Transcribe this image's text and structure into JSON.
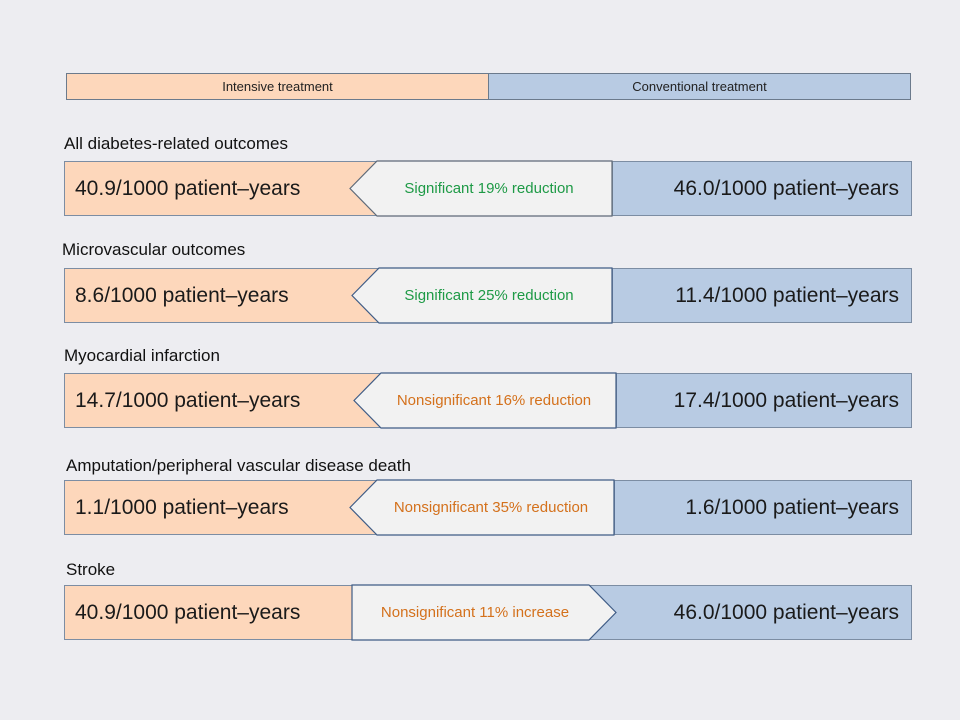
{
  "legend": {
    "intensive_label": "Intensive treatment",
    "conventional_label": "Conventional treatment"
  },
  "rows": [
    {
      "title": "All diabetes-related outcomes",
      "intensive": "40.9/1000 patient–years",
      "conventional": "46.0/1000 patient–years",
      "effect": "Significant 19% reduction",
      "significant": true,
      "direction": "reduction"
    },
    {
      "title": "Microvascular outcomes",
      "intensive": "8.6/1000 patient–years",
      "conventional": "11.4/1000 patient–years",
      "effect": "Significant 25% reduction",
      "significant": true,
      "direction": "reduction"
    },
    {
      "title": "Myocardial infarction",
      "intensive": "14.7/1000 patient–years",
      "conventional": "17.4/1000 patient–years",
      "effect": "Nonsignificant 16% reduction",
      "significant": false,
      "direction": "reduction"
    },
    {
      "title": "Amputation/peripheral vascular disease death",
      "intensive": "1.1/1000 patient–years",
      "conventional": "1.6/1000 patient–years",
      "effect": "Nonsignificant 35% reduction",
      "significant": false,
      "direction": "reduction"
    },
    {
      "title": "Stroke",
      "intensive": "40.9/1000 patient–years",
      "conventional": "46.0/1000 patient–years",
      "effect": "Nonsignificant 11% increase",
      "significant": false,
      "direction": "increase"
    }
  ],
  "colors": {
    "intensive": "#fdd7bb",
    "conventional": "#b8cbe3",
    "arrow_fill": "#f2f2f2",
    "significant_text": "#1e9a46",
    "nonsignificant_text": "#d4711c",
    "arrow_border_significant": "#5f6a78",
    "arrow_border_nonsignificant": "#3f5c86"
  }
}
